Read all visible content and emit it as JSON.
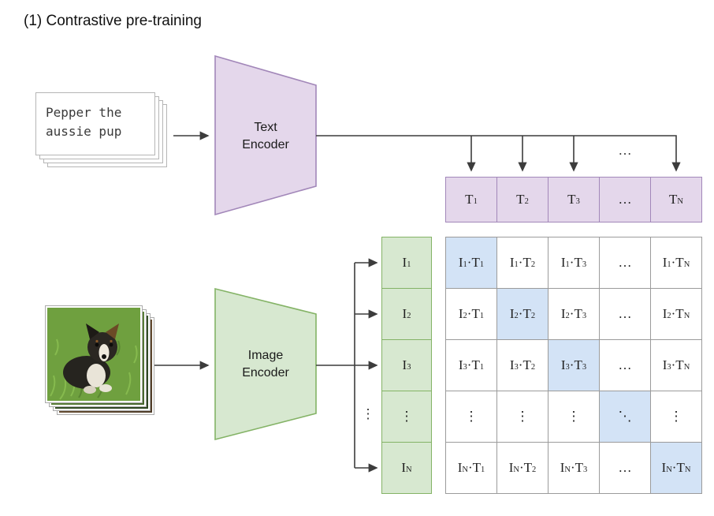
{
  "title": "(1) Contrastive pre-training",
  "colors": {
    "purple_fill": "#E4D7EB",
    "purple_border": "#A287B9",
    "green_fill": "#D7E8D0",
    "green_border": "#84B366",
    "blue_fill": "#D3E3F6",
    "grid_border": "#9B9B9B",
    "line_color": "#3C3C3C",
    "card_border": "#B5B5B5"
  },
  "text_input": {
    "text": "Pepper the\naussie pup"
  },
  "image_input": {
    "icon": "puppy-photo-stack"
  },
  "text_encoder": {
    "label": "Text\nEncoder"
  },
  "image_encoder": {
    "label": "Image\nEncoder"
  },
  "ellipsis": {
    "horizontal": "…",
    "vertical": "⋮"
  },
  "text_embeddings": {
    "cells": [
      [
        "T",
        "_1"
      ],
      [
        "T",
        "_2"
      ],
      [
        "T",
        "_3"
      ],
      [
        "…"
      ],
      [
        "T",
        "_N"
      ]
    ]
  },
  "image_embeddings": {
    "cells": [
      [
        "I",
        "_1"
      ],
      [
        "I",
        "_2"
      ],
      [
        "I",
        "_3"
      ],
      [
        "⋮"
      ],
      [
        "I",
        "_N"
      ]
    ]
  },
  "matrix": {
    "diagonal_highlight": true,
    "rows": [
      [
        [
          "I",
          "_1",
          "·",
          "T",
          "_1"
        ],
        [
          "I",
          "_1",
          "·",
          "T",
          "_2"
        ],
        [
          "I",
          "_1",
          "·",
          "T",
          "_3"
        ],
        [
          "…"
        ],
        [
          "I",
          "_1",
          "·",
          "T",
          "_N"
        ]
      ],
      [
        [
          "I",
          "_2",
          "·",
          "T",
          "_1"
        ],
        [
          "I",
          "_2",
          "·",
          "T",
          "_2"
        ],
        [
          "I",
          "_2",
          "·",
          "T",
          "_3"
        ],
        [
          "…"
        ],
        [
          "I",
          "_2",
          "·",
          "T",
          "_N"
        ]
      ],
      [
        [
          "I",
          "_3",
          "·",
          "T",
          "_1"
        ],
        [
          "I",
          "_3",
          "·",
          "T",
          "_2"
        ],
        [
          "I",
          "_3",
          "·",
          "T",
          "_3"
        ],
        [
          "…"
        ],
        [
          "I",
          "_3",
          "·",
          "T",
          "_N"
        ]
      ],
      [
        [
          "⋮"
        ],
        [
          "⋮"
        ],
        [
          "⋮"
        ],
        [
          "⋱"
        ],
        [
          "⋮"
        ]
      ],
      [
        [
          "I",
          "_N",
          "·",
          "T",
          "_1"
        ],
        [
          "I",
          "_N",
          "·",
          "T",
          "_2"
        ],
        [
          "I",
          "_N",
          "·",
          "T",
          "_3"
        ],
        [
          "…"
        ],
        [
          "I",
          "_N",
          "·",
          "T",
          "_N"
        ]
      ]
    ]
  }
}
